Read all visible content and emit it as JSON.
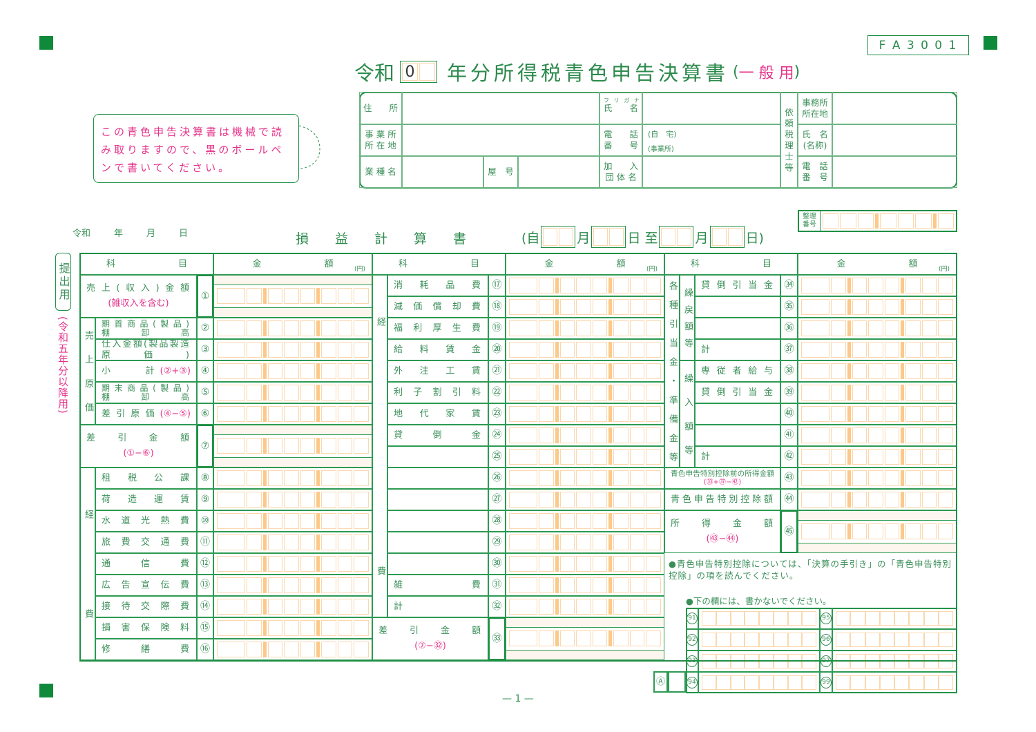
{
  "colors": {
    "green": "#1f8f45",
    "text_green": "#3a8f58",
    "pink": "#e5338a",
    "orange": "#fcc98a",
    "tint": "#fdf6ee"
  },
  "header": {
    "form_code": "F A 3 0 0 1",
    "title_prefix": "令和",
    "year_value": "0",
    "title_main": "年分所得税青色申告決算書",
    "title_open": "(",
    "title_suffix": "一 般 用",
    "title_close": ")"
  },
  "notice": "この青色申告決算書は機械で読み取りますので、黒のボールペンで書いてください。",
  "info": {
    "address_label": "住　　所",
    "furigana": "フ リ ガ ナ",
    "name_label": "氏　　名",
    "office_label": "事 業 所\n所 在 地",
    "phone_label": "電　　話\n番　　号",
    "phone_home": "(自　宅)",
    "phone_office": "(事業所)",
    "business_label": "業 種 名",
    "shop_label": "屋　号",
    "assoc_label": "加　　入\n団 体 名",
    "accountant_label": "依\n頼\n税\n理\n士\n等",
    "acc_office_label": "事務所\n所在地",
    "acc_name_label": "氏　名\n(名称)",
    "acc_phone_label": "電　話\n番　号"
  },
  "date_line": {
    "era": "令和",
    "year": "年",
    "month": "月",
    "day": "日"
  },
  "statement": {
    "title": "損　　益　　計　　算　　書",
    "from_open": "(自",
    "month": "月",
    "day_to": "日 至",
    "month2": "月",
    "day_close": "日)"
  },
  "ref_number_label": "整理\n番号",
  "side": {
    "copy_label": "提出用",
    "usage": "(令和五年分以降用)"
  },
  "table": {
    "col_subject": "科　　　　　　　目",
    "col_amount": "金　　　　　　　額",
    "unit": "(円)",
    "sections": [
      {
        "groups": [
          {
            "label": "売上原価",
            "col": 0,
            "from": 1,
            "to": 5
          },
          {
            "label": "経費",
            "col": 0,
            "from": 7,
            "to": 15
          }
        ],
        "rows": [
          {
            "num": "①",
            "label": "売上(収入)金額",
            "formula": "(雑収入を含む)",
            "units": 2
          },
          {
            "num": "②",
            "label": "期首商品(製品)\n棚卸高",
            "units": 1
          },
          {
            "num": "③",
            "label": "仕入金額(製品製造原価)",
            "units": 1
          },
          {
            "num": "④",
            "label": "小　計",
            "formula": "(②+③)",
            "units": 1
          },
          {
            "num": "⑤",
            "label": "期末商品(製品)\n棚卸高",
            "units": 1
          },
          {
            "num": "⑥",
            "label": "差引原価",
            "formula": "(④−⑤)",
            "units": 1
          },
          {
            "num": "⑦",
            "label": "差引金額",
            "formula": "(①−⑥)",
            "units": 2
          },
          {
            "num": "⑧",
            "label": "租税公課",
            "units": 1
          },
          {
            "num": "⑨",
            "label": "荷造運賃",
            "units": 1
          },
          {
            "num": "⑩",
            "label": "水道光熱費",
            "units": 1
          },
          {
            "num": "⑪",
            "label": "旅費交通費",
            "units": 1
          },
          {
            "num": "⑫",
            "label": "通信費",
            "units": 1
          },
          {
            "num": "⑬",
            "label": "広告宣伝費",
            "units": 1
          },
          {
            "num": "⑭",
            "label": "接待交際費",
            "units": 1
          },
          {
            "num": "⑮",
            "label": "損害保険料",
            "units": 1
          },
          {
            "num": "⑯",
            "label": "修繕費",
            "units": 1
          }
        ]
      },
      {
        "groups": [
          {
            "label": "経費",
            "col": 0,
            "from": 0,
            "to": 15
          }
        ],
        "rows": [
          {
            "num": "⑰",
            "label": "消耗品費",
            "units": 1
          },
          {
            "num": "⑱",
            "label": "減価償却費",
            "units": 1
          },
          {
            "num": "⑲",
            "label": "福利厚生費",
            "units": 1
          },
          {
            "num": "⑳",
            "label": "給料賃金",
            "units": 1
          },
          {
            "num": "㉑",
            "label": "外注工賃",
            "units": 1
          },
          {
            "num": "㉒",
            "label": "利子割引料",
            "units": 1
          },
          {
            "num": "㉓",
            "label": "地代家賃",
            "units": 1
          },
          {
            "num": "㉔",
            "label": "貸倒金",
            "units": 1
          },
          {
            "num": "㉕",
            "label": "",
            "units": 1
          },
          {
            "num": "㉖",
            "label": "",
            "units": 1
          },
          {
            "num": "㉗",
            "label": "",
            "units": 1
          },
          {
            "num": "㉘",
            "label": "",
            "units": 1
          },
          {
            "num": "㉙",
            "label": "",
            "units": 1
          },
          {
            "num": "㉚",
            "label": "",
            "units": 1
          },
          {
            "num": "㉛",
            "label": "雑費",
            "units": 1
          },
          {
            "num": "㉜",
            "label": "計",
            "units": 1
          },
          {
            "num": "㉝",
            "label": "差引金額",
            "formula": "(⑦−㉜)",
            "units": 2
          }
        ]
      },
      {
        "groups": [
          {
            "label": "各種引当金・準備金等",
            "col": 0,
            "from": 0,
            "to": 8
          },
          {
            "label": "繰戻額等",
            "col": 1,
            "from": 0,
            "to": 3
          },
          {
            "label": "繰入額等",
            "col": 1,
            "from": 4,
            "to": 8
          }
        ],
        "rows": [
          {
            "num": "㉞",
            "label": "貸倒引当金",
            "units": 1
          },
          {
            "num": "㉟",
            "label": "",
            "units": 1
          },
          {
            "num": "㊱",
            "label": "",
            "units": 1
          },
          {
            "num": "㊲",
            "label": "計",
            "units": 1
          },
          {
            "num": "㊳",
            "label": "専従者給与",
            "units": 1
          },
          {
            "num": "㊴",
            "label": "貸倒引当金",
            "units": 1
          },
          {
            "num": "㊵",
            "label": "",
            "units": 1
          },
          {
            "num": "㊶",
            "label": "",
            "units": 1
          },
          {
            "num": "㊷",
            "label": "計",
            "units": 1
          },
          {
            "num": "㊸",
            "label": "青色申告特別控除前の所得金額",
            "formula": "(㉝+㊲−㊷)",
            "units": 1,
            "small": true
          },
          {
            "num": "㊹",
            "label": "青色申告特別控除額",
            "units": 1
          },
          {
            "num": "㊺",
            "label": "所得金額",
            "formula": "(㊸−㊹)",
            "units": 2
          }
        ]
      }
    ]
  },
  "notes": {
    "deduction": "●青色申告特別控除については、「決算の手引き」の「青色申告特別控除」の項を読んでください。",
    "do_not_write": "●下の欄には、書かないでください。"
  },
  "office_use": {
    "left": [
      "91",
      "92",
      "93",
      "94"
    ],
    "right": [
      "95",
      "96",
      "97",
      "99"
    ],
    "marker": "Ⓐ"
  },
  "footer": {
    "page": "— 1 —"
  }
}
